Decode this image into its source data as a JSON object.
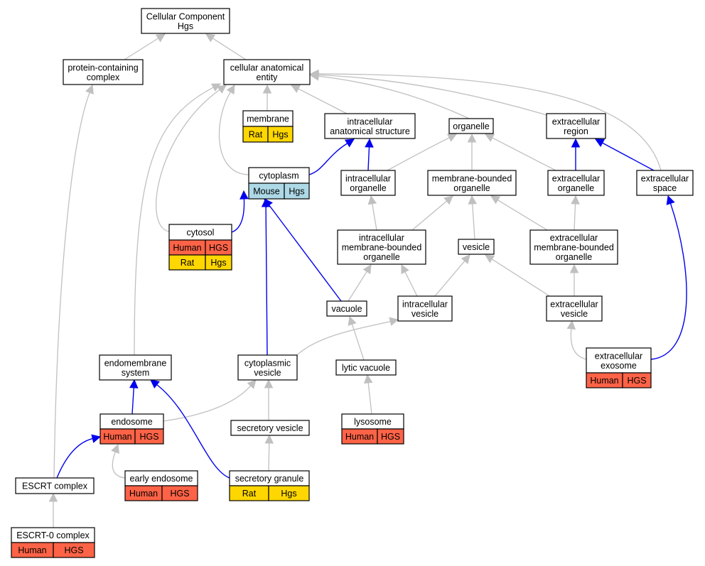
{
  "colors": {
    "Human": "#ff6347",
    "Rat": "#ffd700",
    "Mouse": "#add8e6",
    "gray_edge": "#c0c0c0",
    "blue_edge": "#0000ee"
  },
  "nodes": {
    "root": {
      "lines": [
        "Cellular Component",
        "Hgs"
      ]
    },
    "protein_complex": {
      "lines": [
        "protein-containing",
        "complex"
      ]
    },
    "cae": {
      "lines": [
        "cellular anatomical",
        "entity"
      ]
    },
    "membrane": {
      "lines": [
        "membrane"
      ],
      "cells": [
        {
          "label": "Rat",
          "species": "Rat"
        },
        {
          "label": "Hgs",
          "species": "Rat"
        }
      ]
    },
    "ias": {
      "lines": [
        "intracellular",
        "anatomical structure"
      ]
    },
    "organelle": {
      "lines": [
        "organelle"
      ]
    },
    "ecregion": {
      "lines": [
        "extracellular",
        "region"
      ]
    },
    "cytoplasm": {
      "lines": [
        "cytoplasm"
      ],
      "cells": [
        {
          "label": "Mouse",
          "species": "Mouse"
        },
        {
          "label": "Hgs",
          "species": "Mouse"
        }
      ]
    },
    "icorg": {
      "lines": [
        "intracellular",
        "organelle"
      ]
    },
    "mborg": {
      "lines": [
        "membrane-bounded",
        "organelle"
      ]
    },
    "ecorg": {
      "lines": [
        "extracellular",
        "organelle"
      ]
    },
    "ecspace": {
      "lines": [
        "extracellular",
        "space"
      ]
    },
    "cytosol": {
      "lines": [
        "cytosol"
      ],
      "cells": [
        {
          "label": "Human",
          "species": "Human"
        },
        {
          "label": "HGS",
          "species": "Human"
        },
        {
          "label": "Rat",
          "species": "Rat"
        },
        {
          "label": "Hgs",
          "species": "Rat"
        }
      ]
    },
    "icmborg": {
      "lines": [
        "intracellular",
        "membrane-bounded",
        "organelle"
      ]
    },
    "vesicle": {
      "lines": [
        "vesicle"
      ]
    },
    "ecmborg": {
      "lines": [
        "extracellular",
        "membrane-bounded",
        "organelle"
      ]
    },
    "vacuole": {
      "lines": [
        "vacuole"
      ]
    },
    "icvesicle": {
      "lines": [
        "intracellular",
        "vesicle"
      ]
    },
    "ecvesicle": {
      "lines": [
        "extracellular",
        "vesicle"
      ]
    },
    "exosome": {
      "lines": [
        "extracellular",
        "exosome"
      ],
      "cells": [
        {
          "label": "Human",
          "species": "Human"
        },
        {
          "label": "HGS",
          "species": "Human"
        }
      ]
    },
    "endomembrane": {
      "lines": [
        "endomembrane",
        "system"
      ]
    },
    "cytovesicle": {
      "lines": [
        "cytoplasmic",
        "vesicle"
      ]
    },
    "lyticvac": {
      "lines": [
        "lytic vacuole"
      ]
    },
    "endosome": {
      "lines": [
        "endosome"
      ],
      "cells": [
        {
          "label": "Human",
          "species": "Human"
        },
        {
          "label": "HGS",
          "species": "Human"
        }
      ]
    },
    "secvesicle": {
      "lines": [
        "secretory vesicle"
      ]
    },
    "lysosome": {
      "lines": [
        "lysosome"
      ],
      "cells": [
        {
          "label": "Human",
          "species": "Human"
        },
        {
          "label": "HGS",
          "species": "Human"
        }
      ]
    },
    "earlyendo": {
      "lines": [
        "early endosome"
      ],
      "cells": [
        {
          "label": "Human",
          "species": "Human"
        },
        {
          "label": "HGS",
          "species": "Human"
        }
      ]
    },
    "secgranule": {
      "lines": [
        "secretory granule"
      ],
      "cells": [
        {
          "label": "Rat",
          "species": "Rat"
        },
        {
          "label": "Hgs",
          "species": "Rat"
        }
      ]
    },
    "escrt": {
      "lines": [
        "ESCRT complex"
      ]
    },
    "escrt0": {
      "lines": [
        "ESCRT-0 complex"
      ],
      "cells": [
        {
          "label": "Human",
          "species": "Human"
        },
        {
          "label": "HGS",
          "species": "Human"
        }
      ]
    }
  },
  "edges": [
    {
      "from": "protein_complex",
      "to": "root",
      "type": "is_a"
    },
    {
      "from": "cae",
      "to": "root",
      "type": "is_a"
    },
    {
      "from": "membrane",
      "to": "cae",
      "type": "is_a"
    },
    {
      "from": "ias",
      "to": "cae",
      "type": "is_a"
    },
    {
      "from": "organelle",
      "to": "cae",
      "type": "is_a"
    },
    {
      "from": "ecregion",
      "to": "cae",
      "type": "is_a"
    },
    {
      "from": "ecspace",
      "to": "cae",
      "type": "is_a"
    },
    {
      "from": "cytoplasm",
      "to": "cae",
      "type": "is_a"
    },
    {
      "from": "cytosol",
      "to": "cae",
      "type": "is_a"
    },
    {
      "from": "endomembrane",
      "to": "cae",
      "type": "is_a"
    },
    {
      "from": "escrt",
      "to": "protein_complex",
      "type": "is_a"
    },
    {
      "from": "cytoplasm",
      "to": "ias",
      "type": "part_of"
    },
    {
      "from": "icorg",
      "to": "ias",
      "type": "part_of"
    },
    {
      "from": "icorg",
      "to": "organelle",
      "type": "is_a"
    },
    {
      "from": "mborg",
      "to": "organelle",
      "type": "is_a"
    },
    {
      "from": "ecorg",
      "to": "organelle",
      "type": "is_a"
    },
    {
      "from": "ecorg",
      "to": "ecregion",
      "type": "part_of"
    },
    {
      "from": "ecspace",
      "to": "ecregion",
      "type": "part_of"
    },
    {
      "from": "cytosol",
      "to": "cytoplasm",
      "type": "part_of"
    },
    {
      "from": "icmborg",
      "to": "icorg",
      "type": "is_a"
    },
    {
      "from": "icmborg",
      "to": "mborg",
      "type": "is_a"
    },
    {
      "from": "vesicle",
      "to": "mborg",
      "type": "is_a"
    },
    {
      "from": "ecmborg",
      "to": "mborg",
      "type": "is_a"
    },
    {
      "from": "ecmborg",
      "to": "ecorg",
      "type": "is_a"
    },
    {
      "from": "vacuole",
      "to": "icmborg",
      "type": "is_a"
    },
    {
      "from": "icvesicle",
      "to": "icmborg",
      "type": "is_a"
    },
    {
      "from": "icvesicle",
      "to": "vesicle",
      "type": "is_a"
    },
    {
      "from": "ecvesicle",
      "to": "vesicle",
      "type": "is_a"
    },
    {
      "from": "ecvesicle",
      "to": "ecmborg",
      "type": "is_a"
    },
    {
      "from": "vacuole",
      "to": "cytoplasm",
      "type": "part_of"
    },
    {
      "from": "cytovesicle",
      "to": "cytoplasm",
      "type": "part_of"
    },
    {
      "from": "exosome",
      "to": "ecvesicle",
      "type": "is_a"
    },
    {
      "from": "exosome",
      "to": "ecspace",
      "type": "part_of"
    },
    {
      "from": "lyticvac",
      "to": "vacuole",
      "type": "is_a"
    },
    {
      "from": "cytovesicle",
      "to": "icvesicle",
      "type": "is_a"
    },
    {
      "from": "endosome",
      "to": "endomembrane",
      "type": "part_of"
    },
    {
      "from": "endosome",
      "to": "cytovesicle",
      "type": "is_a"
    },
    {
      "from": "secvesicle",
      "to": "cytovesicle",
      "type": "is_a"
    },
    {
      "from": "secgranule",
      "to": "endomembrane",
      "type": "part_of"
    },
    {
      "from": "secgranule",
      "to": "secvesicle",
      "type": "is_a"
    },
    {
      "from": "lysosome",
      "to": "lyticvac",
      "type": "is_a"
    },
    {
      "from": "earlyendo",
      "to": "endosome",
      "type": "is_a"
    },
    {
      "from": "escrt",
      "to": "endosome",
      "type": "part_of"
    },
    {
      "from": "escrt0",
      "to": "escrt",
      "type": "is_a"
    }
  ]
}
